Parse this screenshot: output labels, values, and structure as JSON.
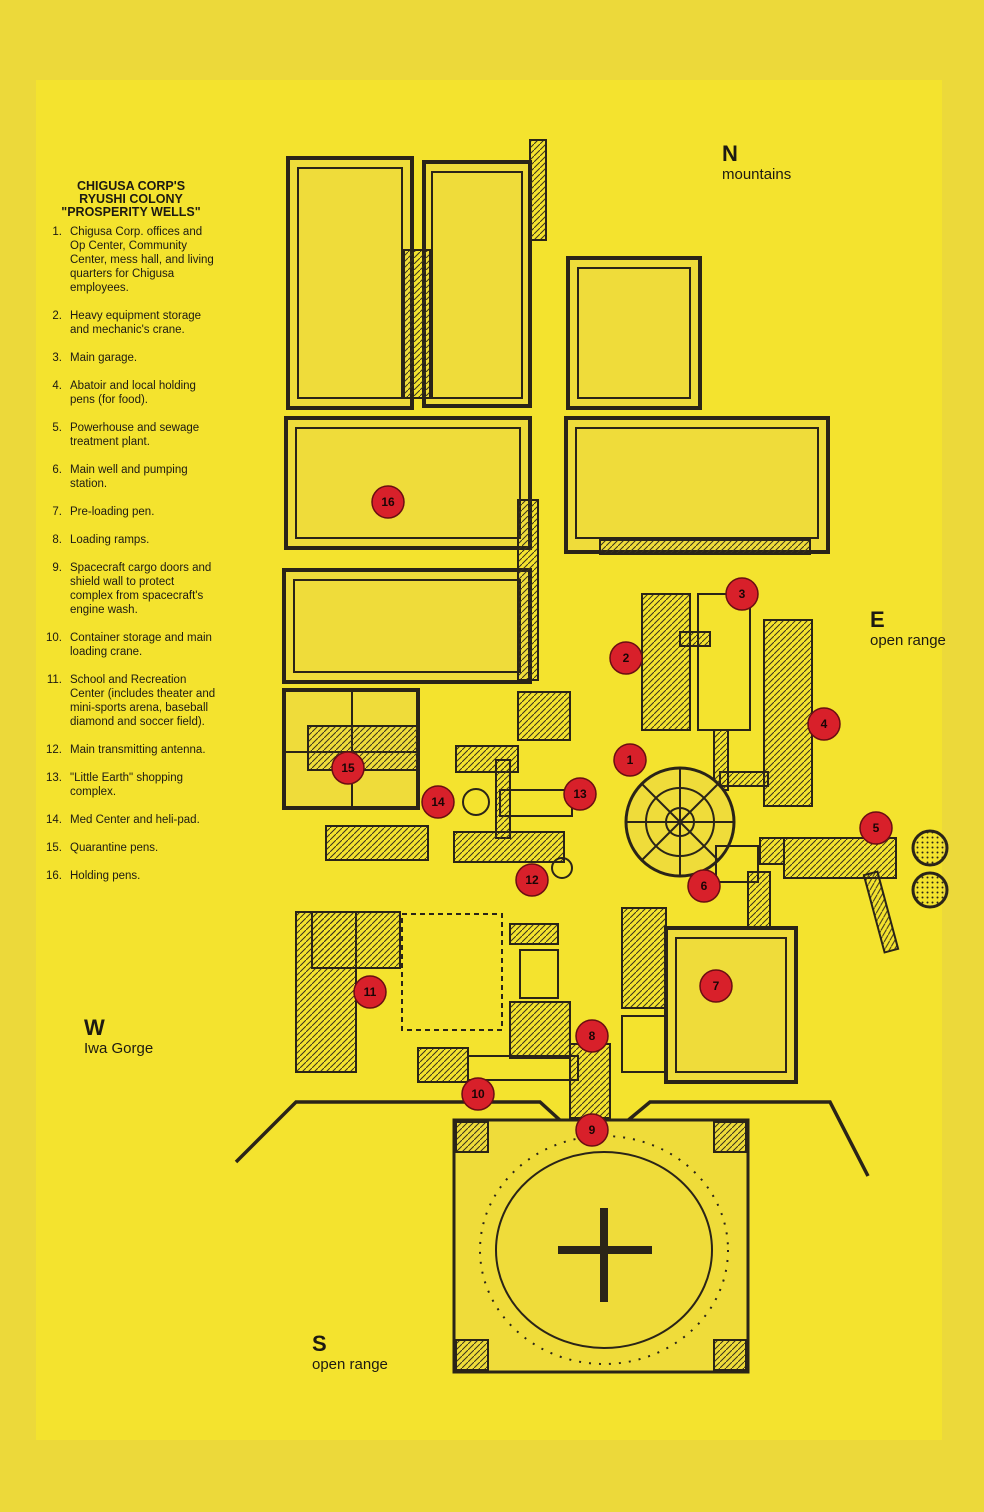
{
  "legend": {
    "title": "CHIGUSA CORP'S\nRYUSHI COLONY\n\"PROSPERITY WELLS\"",
    "items": [
      {
        "num": "1.",
        "text": "Chigusa Corp. offices and Op Center, Community Center, mess hall, and living quarters for Chigusa employees."
      },
      {
        "num": "2.",
        "text": "Heavy equipment storage and mechanic's crane."
      },
      {
        "num": "3.",
        "text": "Main garage."
      },
      {
        "num": "4.",
        "text": "Abatoir and local holding pens (for food)."
      },
      {
        "num": "5.",
        "text": "Powerhouse and sewage treatment plant."
      },
      {
        "num": "6.",
        "text": "Main well and pumping station."
      },
      {
        "num": "7.",
        "text": "Pre-loading pen."
      },
      {
        "num": "8.",
        "text": "Loading ramps."
      },
      {
        "num": "9.",
        "text": "Spacecraft cargo doors and shield wall to protect complex from spacecraft's engine wash."
      },
      {
        "num": "10.",
        "text": "Container storage and main loading crane."
      },
      {
        "num": "11.",
        "text": "School and Recreation Center (includes theater and mini-sports arena, baseball diamond and soccer field)."
      },
      {
        "num": "12.",
        "text": "Main transmitting antenna."
      },
      {
        "num": "13.",
        "text": "\"Little Earth\" shopping complex."
      },
      {
        "num": "14.",
        "text": "Med Center and heli-pad."
      },
      {
        "num": "15.",
        "text": "Quarantine pens."
      },
      {
        "num": "16.",
        "text": "Holding pens."
      }
    ]
  },
  "compass": {
    "north": {
      "letter": "N",
      "label": "mountains"
    },
    "east": {
      "letter": "E",
      "label": "open range"
    },
    "south": {
      "letter": "S",
      "label": "open range"
    },
    "west": {
      "letter": "W",
      "label": "Iwa Gorge"
    }
  },
  "markers": [
    "1",
    "2",
    "3",
    "4",
    "5",
    "6",
    "7",
    "8",
    "9",
    "10",
    "11",
    "12",
    "13",
    "14",
    "15",
    "16"
  ],
  "colors": {
    "paper": "#f4e32e",
    "ink": "#2a2418",
    "marker": "#d8202a"
  }
}
